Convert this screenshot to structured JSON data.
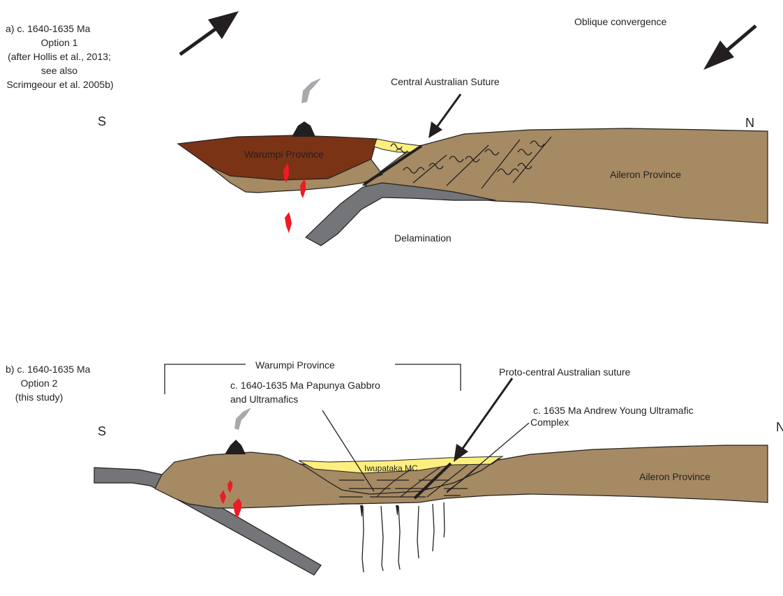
{
  "colors": {
    "crust": "#a58a63",
    "warumpi_upper": "#7b3316",
    "slab": "#737578",
    "sediment": "#fcef7f",
    "melt": "#ed1c24",
    "volcano": "#231f20",
    "plume": "#a7a9ac",
    "ink": "#231f20"
  },
  "panel_a": {
    "title": "a) c. 1640-1635 Ma",
    "option": "Option 1",
    "ref1": "(after Hollis et al., 2013;",
    "ref2": "see also",
    "ref3": "Scrimgeour et al. 2005b)",
    "oblique": "Oblique convergence",
    "suture": "Central Australian Suture",
    "south": "S",
    "north": "N",
    "warumpi": "Warumpi Province",
    "aileron": "Aileron Province",
    "delamination": "Delamination"
  },
  "panel_b": {
    "title": "b) c. 1640-1635 Ma",
    "option": "Option 2",
    "ref": "(this study)",
    "south": "S",
    "north": "N",
    "warumpi": "Warumpi Province",
    "papunya1": "c. 1640-1635 Ma Papunya Gabbro",
    "papunya2": "and Ultramafics",
    "proto": "Proto-central Australian suture",
    "andrew1": "c. 1635 Ma Andrew Young Ultramafic",
    "andrew2": "Complex",
    "iwupataka": "Iwupataka MC",
    "aileron": "Aileron Province"
  }
}
